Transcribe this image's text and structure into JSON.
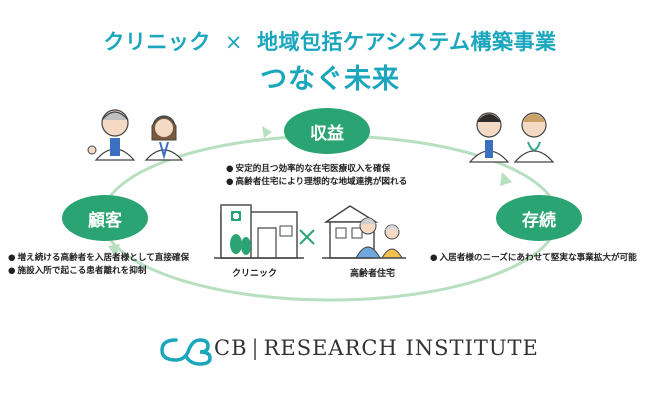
{
  "title": {
    "part1": "クリニック",
    "cross": "×",
    "part2": "地域包括ケアシステム構築事業",
    "subtitle": "つなぐ未来"
  },
  "nodes": {
    "top": "収益",
    "left": "顧客",
    "right": "存続"
  },
  "bullets": {
    "top": [
      "安定的且つ効率的な在宅医療収入を確保",
      "高齢者住宅により理想的な地域連携が図れる"
    ],
    "left": [
      "増え続ける高齢者を入居者様として直接確保",
      "施設入所で起こる患者離れを抑制"
    ],
    "right": [
      "入居者様のニーズにあわせて堅実な事業拡大が可能"
    ]
  },
  "center": {
    "clinic_label": "クリニック",
    "cross": "×",
    "house_label": "高齢者住宅"
  },
  "logo": {
    "left": "CB",
    "sep": "|",
    "right": "RESEARCH INSTITUTE"
  },
  "colors": {
    "title": "#1aa6bd",
    "node": "#2aa472",
    "ring": "#b7dfc0",
    "logo_mark": "#1aa6bd"
  }
}
